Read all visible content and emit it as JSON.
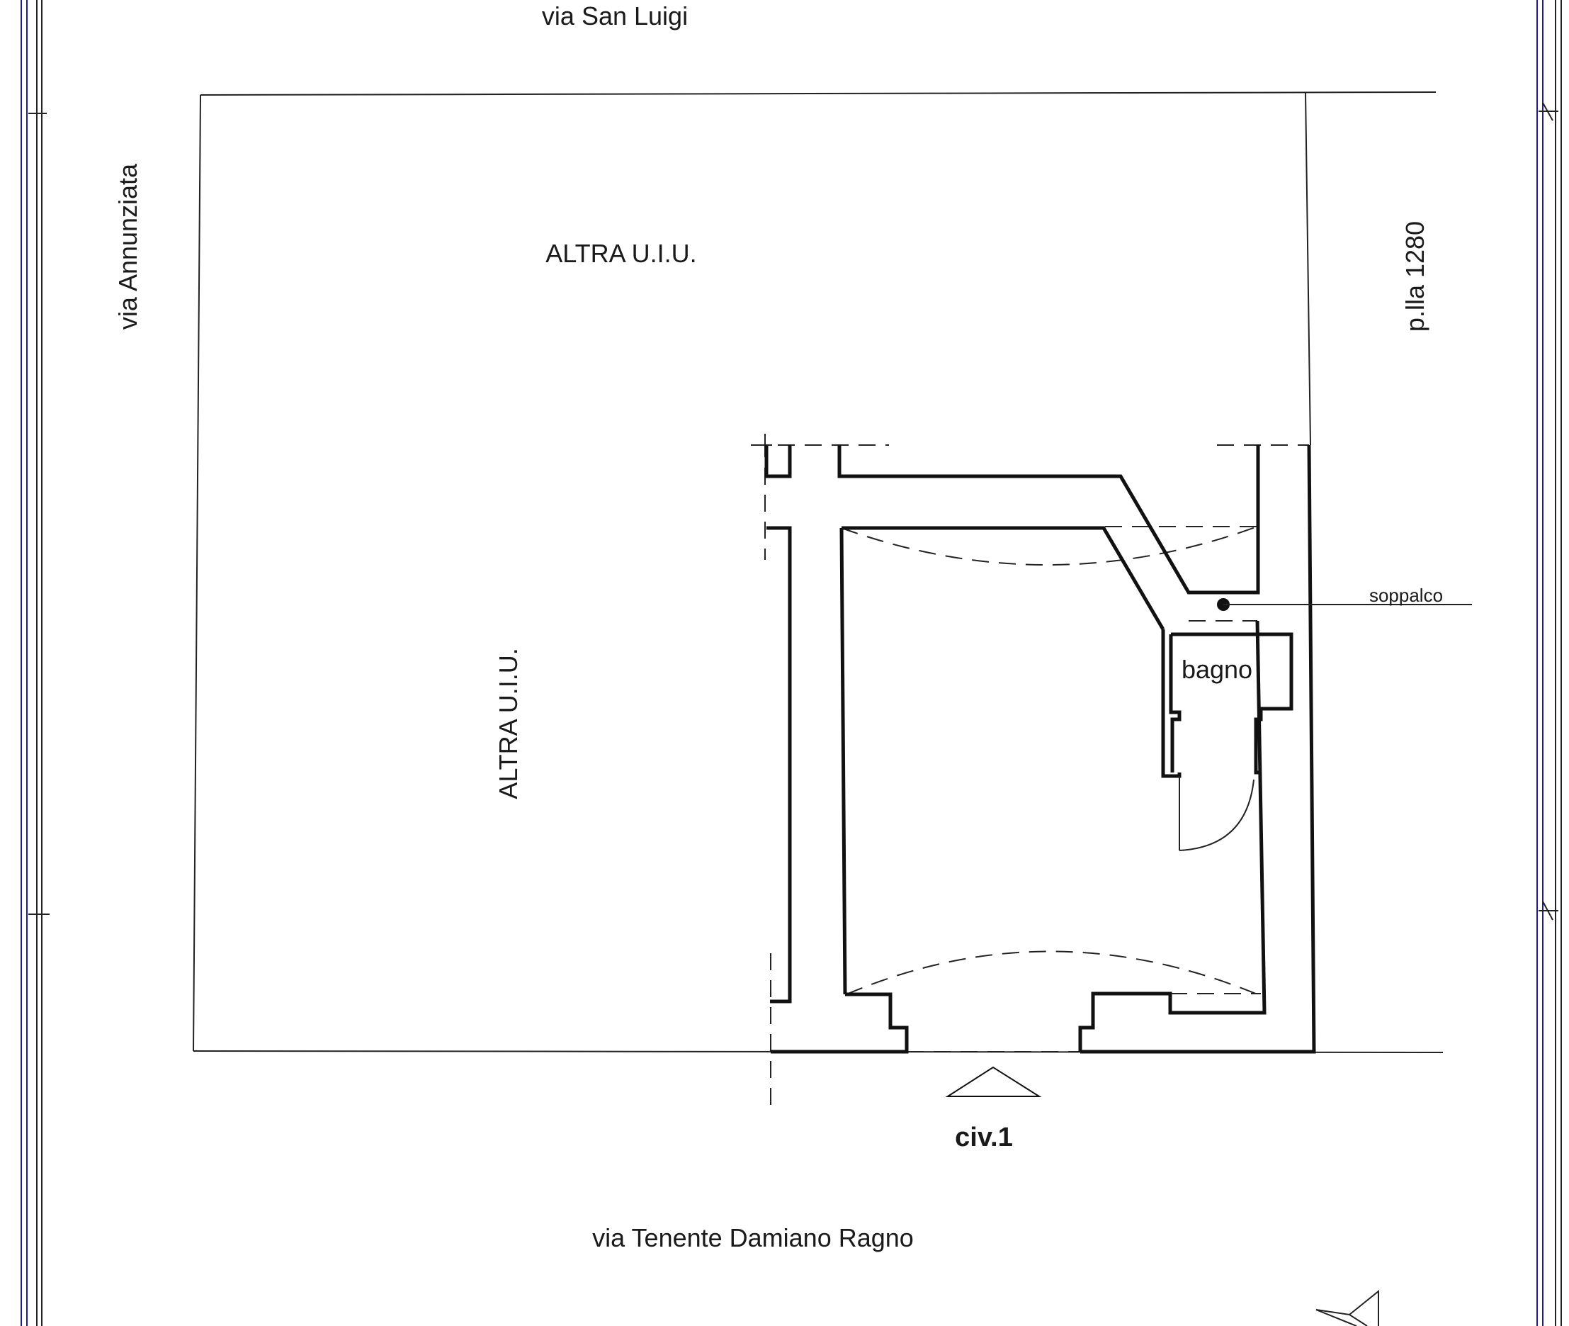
{
  "labels": {
    "street_north": "via San Luigi",
    "street_west": "via Annunziata",
    "street_south": "via Tenente Damiano Ragno",
    "parcel_east": "p.lla 1280",
    "other_unit_top": "ALTRA U.I.U.",
    "other_unit_left": "ALTRA U.I.U.",
    "mezzanine": "soppalco",
    "bathroom": "bagno",
    "entrance_civic": "civ.1"
  },
  "colors": {
    "line": "#111111",
    "frame": "#1c1c8a",
    "background": "#ffffff"
  }
}
